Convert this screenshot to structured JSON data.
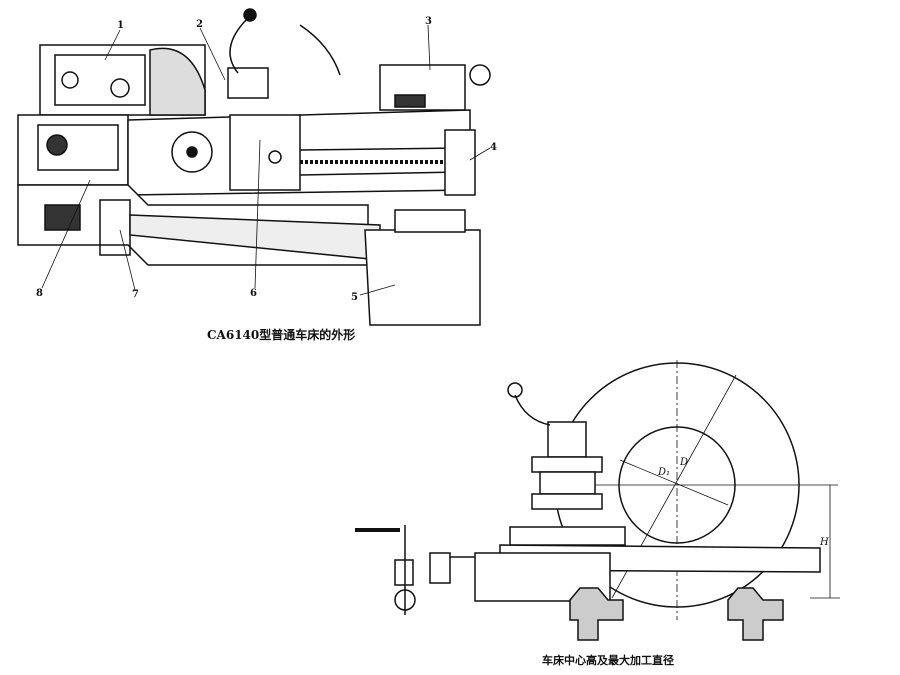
{
  "figure1": {
    "caption": "CA6140型普通车床的外形",
    "part_labels": [
      "1",
      "2",
      "3",
      "4",
      "5",
      "6",
      "7",
      "8"
    ]
  },
  "figure2": {
    "caption": "车床中心高及最大加工直径",
    "dimension_labels": {
      "d1": "D₁",
      "d": "D",
      "h": "H"
    }
  }
}
